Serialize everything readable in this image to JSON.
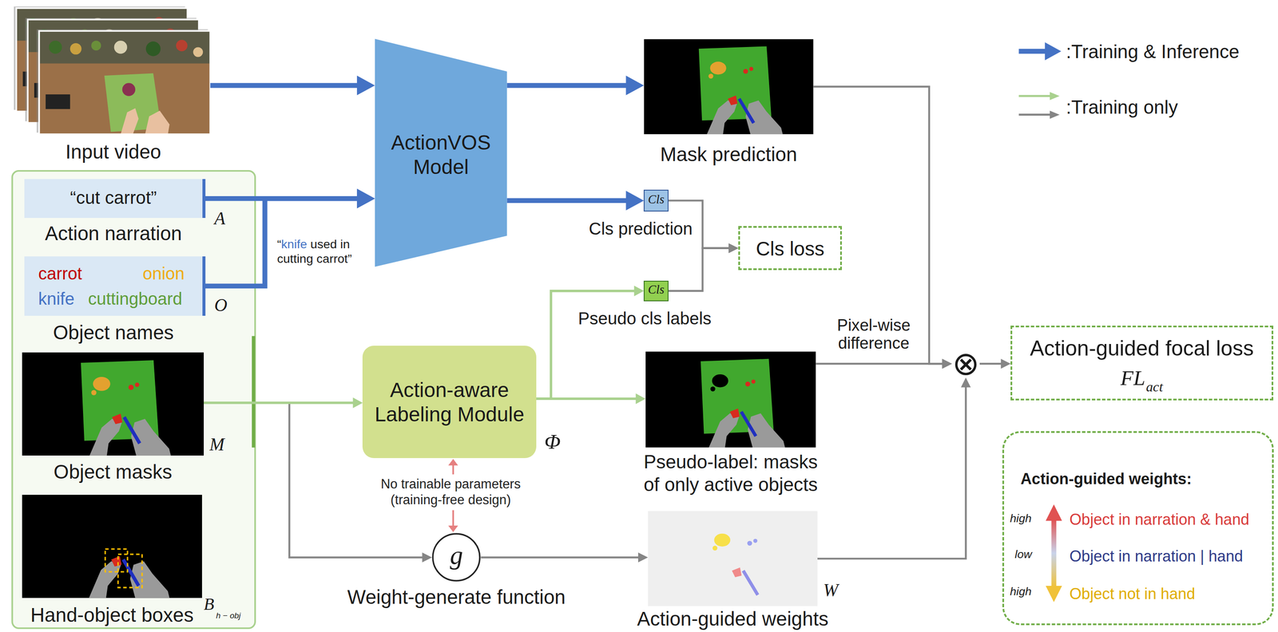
{
  "diagram": {
    "nodes": [
      {
        "text": [
          "Input video"
        ]
      },
      {
        "text": [
          "“cut carrot”",
          "Action narration"
        ]
      },
      {
        "text": [
          "carrot",
          "onion",
          "knife",
          "cuttingboard",
          "Object names"
        ]
      },
      {
        "text": [
          "Object masks"
        ]
      },
      {
        "text": [
          "Hand-object boxes"
        ]
      },
      {
        "text": [
          "ActionVOS Model"
        ]
      },
      {
        "text": [
          "Mask prediction"
        ]
      },
      {
        "text": [
          "Cls",
          "Cls prediction"
        ]
      },
      {
        "text": [
          "Cls loss"
        ]
      },
      {
        "text": [
          "Cls",
          "Pseudo cls labels"
        ]
      },
      {
        "text": [
          "Action-aware Labeling Module"
        ]
      },
      {
        "text": [
          "Pseudo-label: masks of only active objects"
        ]
      },
      {
        "text": [
          "g",
          "Weight-generate function"
        ]
      },
      {
        "text": [
          "Action-guided weights"
        ]
      },
      {
        "text": [
          "⊗"
        ]
      },
      {
        "text": [
          "Action-guided focal loss",
          "FL",
          "act"
        ]
      },
      {
        "text": [
          "Action-guided weights:",
          "high",
          "Object in narration & hand",
          "low",
          "Object in narration | hand",
          "high",
          "Object not in hand"
        ]
      }
    ],
    "edges": [
      {
        "from": 0,
        "to": 5,
        "arrow": "to"
      },
      {
        "from": 1,
        "to": 5,
        "arrow": "to"
      },
      {
        "from": 2,
        "to": 5,
        "arrow": "to"
      },
      {
        "from": 5,
        "to": 6,
        "arrow": "to"
      },
      {
        "from": 5,
        "to": 7,
        "arrow": "to"
      },
      {
        "from": 7,
        "to": 8,
        "arrow": "to"
      },
      {
        "from": 9,
        "to": 8,
        "arrow": "to"
      },
      {
        "from": 3,
        "to": 12,
        "arrow": "to"
      },
      {
        "from": 3,
        "to": 10,
        "arrow": "to"
      },
      {
        "from": 10,
        "to": 9,
        "arrow": "to"
      },
      {
        "from": 10,
        "to": 11,
        "arrow": "to"
      },
      {
        "from": 12,
        "to": 13,
        "arrow": "to"
      },
      {
        "from": 6,
        "to": 14,
        "arrow": "to"
      },
      {
        "from": 11,
        "to": 14,
        "label": "Pixel-wise difference",
        "arrow": "to"
      },
      {
        "from": 13,
        "to": 14,
        "arrow": "to"
      },
      {
        "from": 14,
        "to": 15,
        "arrow": "to"
      }
    ],
    "labels": [
      "A",
      "O",
      "M",
      "B",
      "h − obj",
      "“",
      "knife",
      "used in",
      "cutting carrot”",
      "Φ",
      "No trainable parameters (training-free design)",
      "W"
    ],
    "legend": [
      {
        "text": ":Training & Inference"
      },
      {
        "text": ":Training only"
      }
    ]
  }
}
